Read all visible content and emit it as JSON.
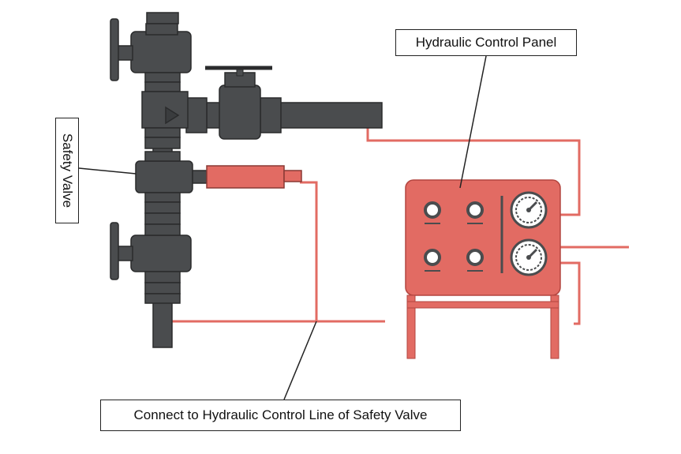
{
  "labels": {
    "hydraulic_control_panel": "Hydraulic Control Panel",
    "safety_valve": "Safety Valve",
    "control_line": "Connect to Hydraulic Control Line of Safety Valve"
  },
  "colors": {
    "wellhead": "#4a4c4e",
    "wellhead_outline": "#2a2b2c",
    "hydraulic": "#e26b63",
    "hydraulic_dark": "#b3453f",
    "leader_line": "#222222"
  },
  "icons": [
    "gauge-icon",
    "gauge-icon",
    "gauge-icon",
    "gauge-icon",
    "pressure-dial-icon",
    "pressure-dial-icon"
  ]
}
